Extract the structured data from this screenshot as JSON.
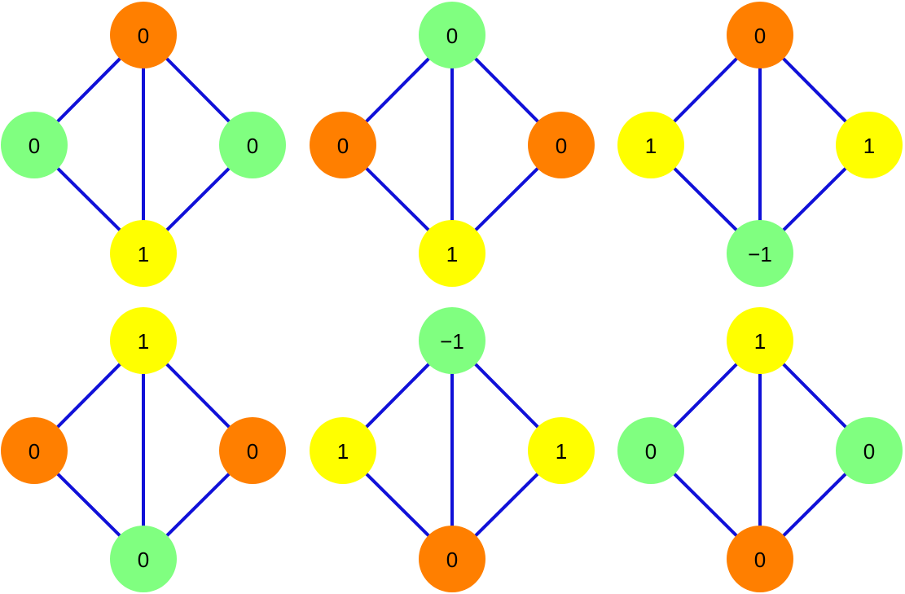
{
  "colors": {
    "edge": "#1010d8",
    "orange": "#ff7f00",
    "green": "#80ff80",
    "yellow": "#ffff00",
    "background": "#ffffff"
  },
  "graphs": [
    {
      "nodes": [
        {
          "role": "top",
          "label": "0",
          "color": "orange"
        },
        {
          "role": "left",
          "label": "0",
          "color": "green"
        },
        {
          "role": "right",
          "label": "0",
          "color": "green"
        },
        {
          "role": "bottom",
          "label": "1",
          "color": "yellow"
        }
      ]
    },
    {
      "nodes": [
        {
          "role": "top",
          "label": "0",
          "color": "green"
        },
        {
          "role": "left",
          "label": "0",
          "color": "orange"
        },
        {
          "role": "right",
          "label": "0",
          "color": "orange"
        },
        {
          "role": "bottom",
          "label": "1",
          "color": "yellow"
        }
      ]
    },
    {
      "nodes": [
        {
          "role": "top",
          "label": "0",
          "color": "orange"
        },
        {
          "role": "left",
          "label": "1",
          "color": "yellow"
        },
        {
          "role": "right",
          "label": "1",
          "color": "yellow"
        },
        {
          "role": "bottom",
          "label": "−1",
          "color": "green"
        }
      ]
    },
    {
      "nodes": [
        {
          "role": "top",
          "label": "1",
          "color": "yellow"
        },
        {
          "role": "left",
          "label": "0",
          "color": "orange"
        },
        {
          "role": "right",
          "label": "0",
          "color": "orange"
        },
        {
          "role": "bottom",
          "label": "0",
          "color": "green"
        }
      ]
    },
    {
      "nodes": [
        {
          "role": "top",
          "label": "−1",
          "color": "green"
        },
        {
          "role": "left",
          "label": "1",
          "color": "yellow"
        },
        {
          "role": "right",
          "label": "1",
          "color": "yellow"
        },
        {
          "role": "bottom",
          "label": "0",
          "color": "orange"
        }
      ]
    },
    {
      "nodes": [
        {
          "role": "top",
          "label": "1",
          "color": "yellow"
        },
        {
          "role": "left",
          "label": "0",
          "color": "green"
        },
        {
          "role": "right",
          "label": "0",
          "color": "green"
        },
        {
          "role": "bottom",
          "label": "0",
          "color": "orange"
        }
      ]
    }
  ],
  "edges": [
    [
      "top",
      "left"
    ],
    [
      "top",
      "right"
    ],
    [
      "top",
      "bottom"
    ],
    [
      "left",
      "bottom"
    ],
    [
      "right",
      "bottom"
    ]
  ]
}
